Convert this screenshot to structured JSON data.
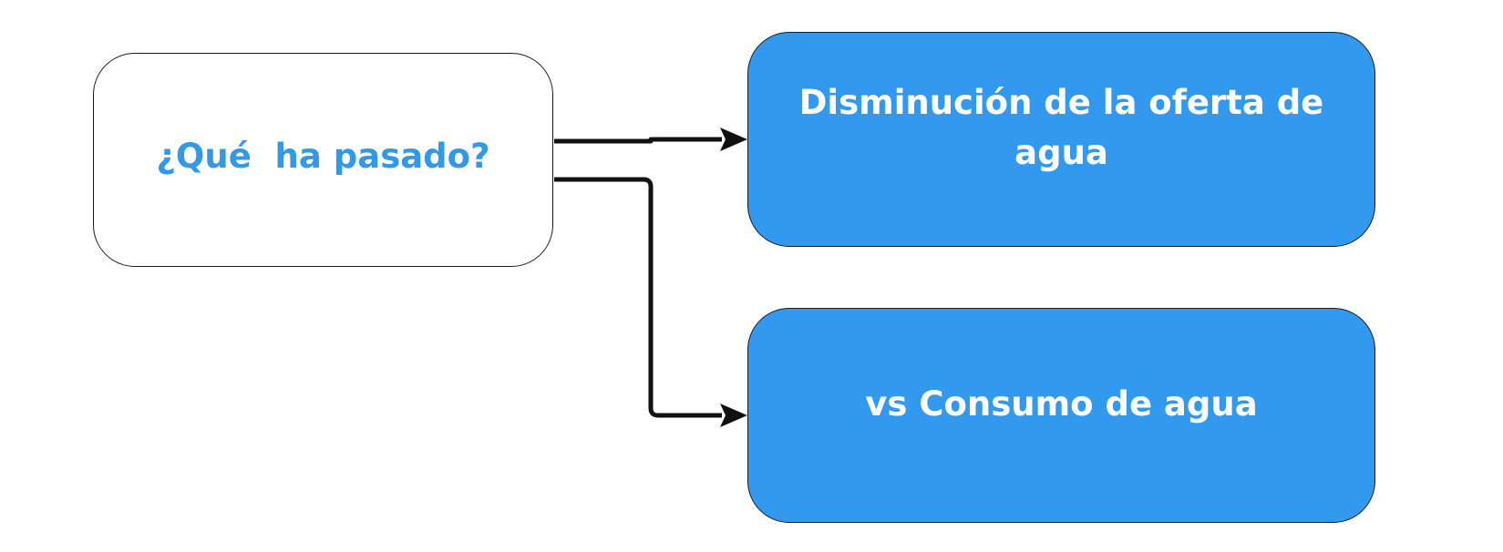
{
  "diagram": {
    "question": "¿Qué  ha pasado?",
    "offer_decrease": "Disminución de la oferta de agua",
    "consumption": "vs Consumo de agua"
  },
  "colors": {
    "accent_blue": "#3399ee",
    "question_text": "#3399e6",
    "box_text": "#ffffff",
    "border": "#1a1a1a",
    "arrow": "#111111"
  }
}
